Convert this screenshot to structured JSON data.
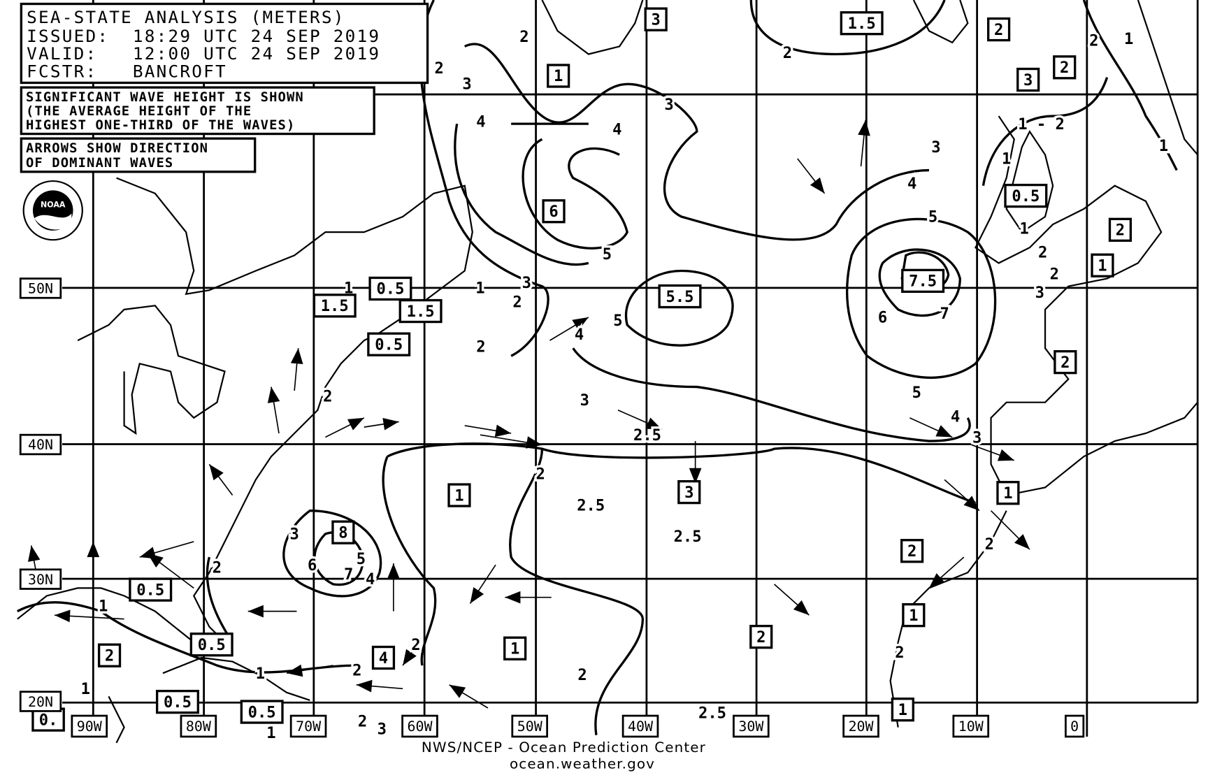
{
  "header": {
    "title": "SEA-STATE ANALYSIS (METERS)",
    "issued": "ISSUED:  18:29 UTC 24 SEP 2019",
    "valid": "VALID:   12:00 UTC 24 SEP 2019",
    "forecaster": "FCSTR:   BANCROFT"
  },
  "notes": {
    "wave_height": [
      "SIGNIFICANT WAVE HEIGHT IS SHOWN",
      "(THE AVERAGE HEIGHT OF THE",
      "HIGHEST ONE-THIRD OF THE WAVES)"
    ],
    "arrows": [
      "ARROWS SHOW DIRECTION",
      "OF DOMINANT WAVES"
    ]
  },
  "logo": "NOAA",
  "latitude_labels": [
    "50N",
    "40N",
    "30N",
    "20N"
  ],
  "longitude_labels": [
    "90W",
    "80W",
    "70W",
    "60W",
    "50W",
    "40W",
    "30W",
    "20W",
    "10W",
    "0"
  ],
  "boxed_values": [
    "3",
    "1.5",
    "2",
    "3",
    "2",
    "1",
    "6",
    "0.5",
    "2",
    "1",
    "5.5",
    "7.5",
    "0.5",
    "1.5",
    "1.5",
    "0.5",
    "2",
    "1",
    "3",
    "1",
    "8",
    "2",
    "0.5",
    "1",
    "2",
    "2",
    "0.5",
    "1",
    "4",
    "0.5",
    "0.5",
    "1",
    "0."
  ],
  "contour_labels": [
    "2",
    "2",
    "3",
    "4",
    "4",
    "3",
    "2",
    "2",
    "1",
    "1 - 2",
    "1",
    "1",
    "3",
    "4",
    "5",
    "5",
    "3",
    "2",
    "1",
    "1",
    "2",
    "4",
    "5",
    "6",
    "7",
    "1",
    "2",
    "2",
    "3",
    "5",
    "4",
    "3",
    "3",
    "2.5",
    "2",
    "2",
    "2.5",
    "2.5",
    "3",
    "6",
    "5",
    "7",
    "4",
    "2",
    "1",
    "2",
    "2",
    "2",
    "2",
    "2",
    "1",
    "1",
    "2.5",
    "1",
    "2",
    "3"
  ],
  "footer": {
    "agency": "NWS/NCEP - Ocean Prediction Center",
    "url": "ocean.weather.gov"
  }
}
